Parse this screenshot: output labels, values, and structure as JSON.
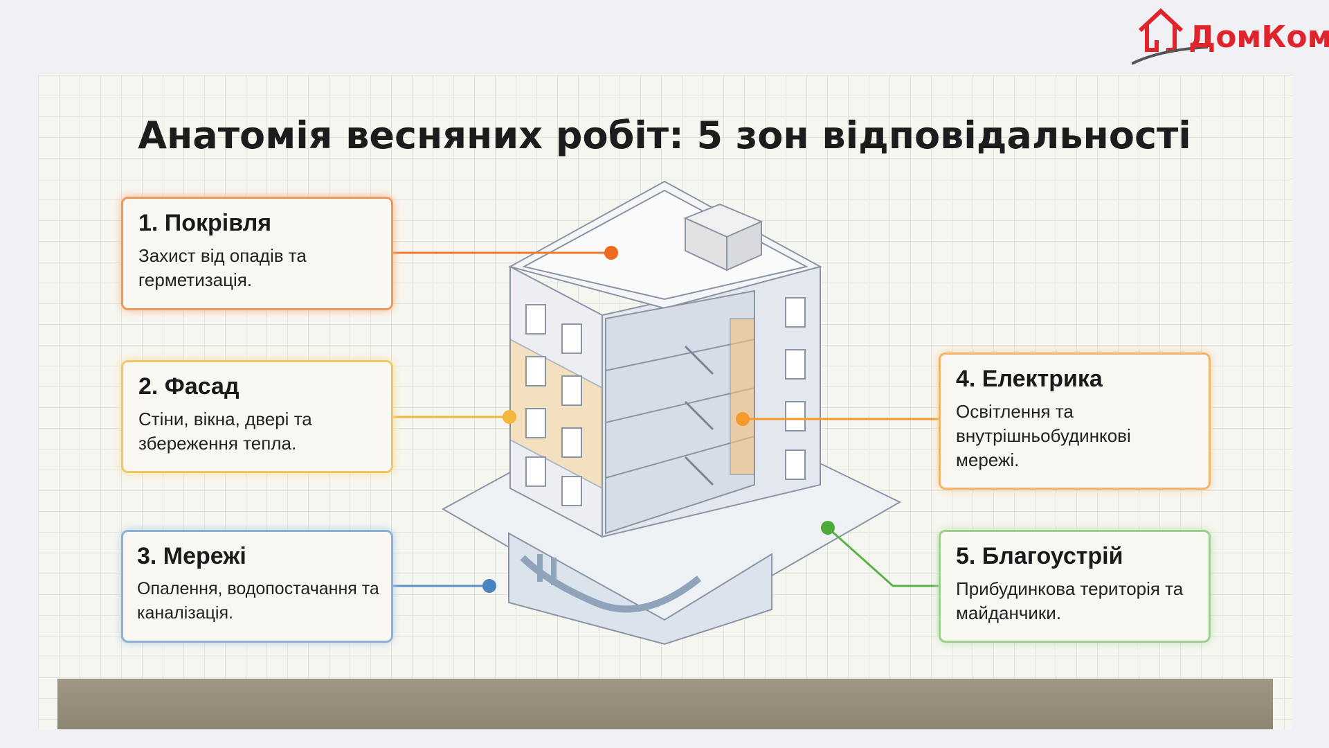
{
  "logo": {
    "text": "ДомКом"
  },
  "title": "Анатомія весняних робіт: 5 зон відповідальності",
  "zones": [
    {
      "title": "1. Покрівля",
      "desc": "Захист від опадів та герметизація.",
      "color": "#ee7a2e"
    },
    {
      "title": "2. Фасад",
      "desc": "Стіни, вікна, двері та збереження тепла.",
      "color": "#f2b63a"
    },
    {
      "title": "3. Мережі",
      "desc": "Опалення, водопостачання та каналізація.",
      "color": "#5a8fc8"
    },
    {
      "title": "4. Електрика",
      "desc": "Освітлення та внутрішньобудинкові мережі.",
      "color": "#f59a2a"
    },
    {
      "title": "5. Благоустрій",
      "desc": "Прибудинкова територія та майданчики.",
      "color": "#5cb04a"
    }
  ]
}
